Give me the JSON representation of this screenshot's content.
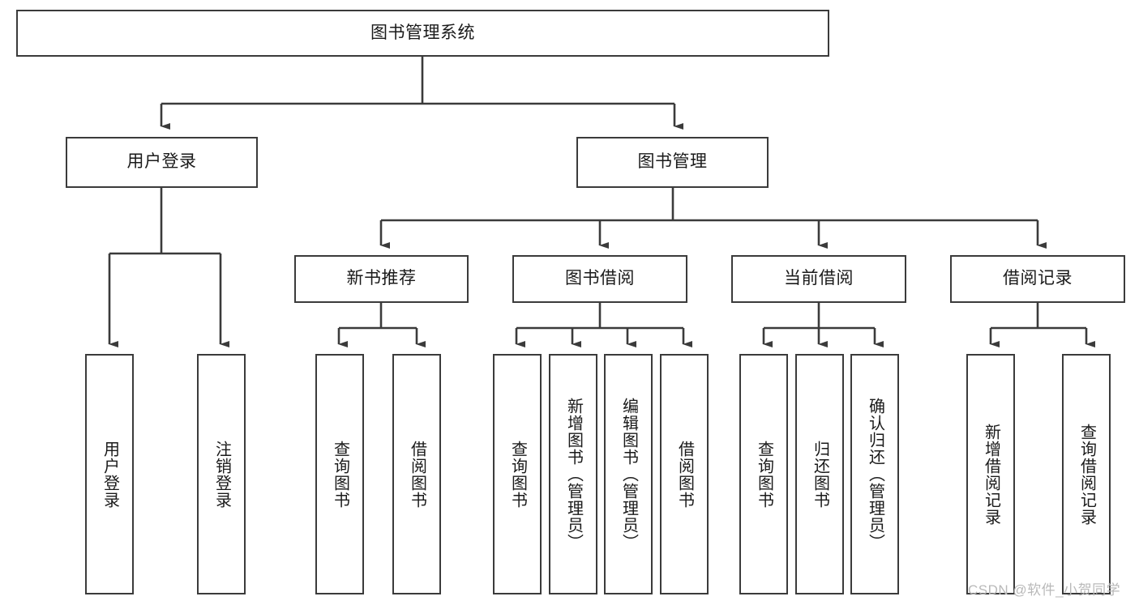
{
  "diagram": {
    "type": "tree-hierarchy-diagram",
    "title": "图书管理系统",
    "root": {
      "label": "图书管理系统",
      "children": [
        {
          "label": "用户登录",
          "children": [
            {
              "label": "用户登录"
            },
            {
              "label": "注销登录"
            }
          ]
        },
        {
          "label": "图书管理",
          "children": [
            {
              "label": "新书推荐",
              "children": [
                {
                  "label": "查询图书"
                },
                {
                  "label": "借阅图书"
                }
              ]
            },
            {
              "label": "图书借阅",
              "children": [
                {
                  "label": "查询图书"
                },
                {
                  "label": "新增图书（管理员）"
                },
                {
                  "label": "编辑图书（管理员）"
                },
                {
                  "label": "借阅图书"
                }
              ]
            },
            {
              "label": "当前借阅",
              "children": [
                {
                  "label": "查询图书"
                },
                {
                  "label": "归还图书"
                },
                {
                  "label": "确认归还（管理员）"
                }
              ]
            },
            {
              "label": "借阅记录",
              "children": [
                {
                  "label": "新增借阅记录"
                },
                {
                  "label": "查询借阅记录"
                }
              ]
            }
          ]
        }
      ]
    }
  },
  "nodes": {
    "root": "图书管理系统",
    "user_login": "用户登录",
    "book_manage": "图书管理",
    "new_book_rec": "新书推荐",
    "book_borrow": "图书借阅",
    "current_borrow": "当前借阅",
    "borrow_record": "借阅记录"
  },
  "leaves": {
    "user_login_1": "用户登录",
    "user_login_2": "注销登录",
    "newrec_1": "查询图书",
    "newrec_2": "借阅图书",
    "borrow_1": "查询图书",
    "borrow_2": "新增图书（管理员）",
    "borrow_3": "编辑图书（管理员）",
    "borrow_4": "借阅图书",
    "current_1": "查询图书",
    "current_2": "归还图书",
    "current_3": "确认归还（管理员）",
    "record_1": "新增借阅记录",
    "record_2": "查询借阅记录"
  },
  "watermark": {
    "text": "CSDN @软件_小贺同学"
  },
  "colors": {
    "stroke": "#3b3b3b",
    "text": "#1a1a1a",
    "background": "#ffffff",
    "watermark": "#b9b9b9"
  }
}
